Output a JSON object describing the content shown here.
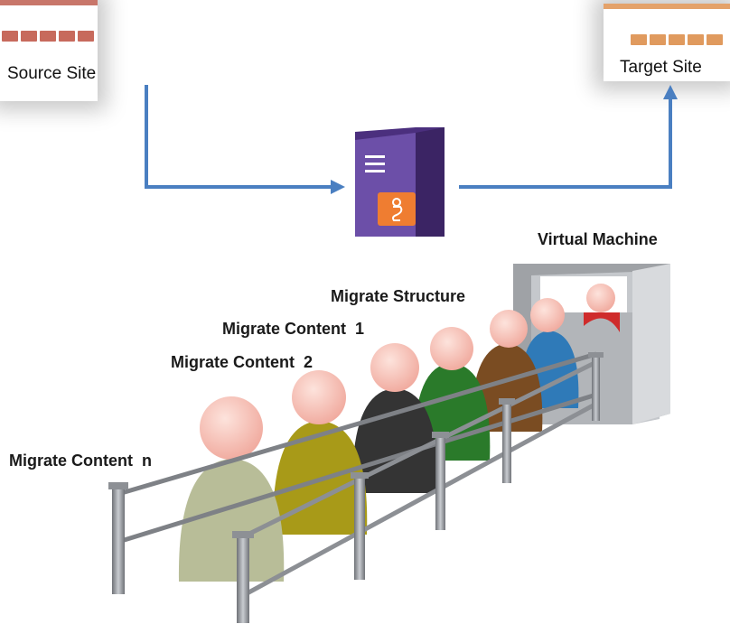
{
  "source": {
    "label": "Source Site"
  },
  "target": {
    "label": "Target Site"
  },
  "vm": {
    "label": "Virtual Machine"
  },
  "steps": [
    {
      "label": "Migrate Structure"
    },
    {
      "label": "Migrate Content  1"
    },
    {
      "label": "Migrate Content  2"
    },
    {
      "label": "Migrate Content  n"
    }
  ],
  "colors": {
    "arrow": "#4a7fc1",
    "server": "#5b3e94",
    "server_badge": "#ef7d31",
    "thumb_accent": "#c76a5c"
  },
  "icons": [
    "server-icon",
    "migration-agent-icon",
    "queue-people-illustration",
    "fence-illustration",
    "kiosk-booth-illustration"
  ]
}
